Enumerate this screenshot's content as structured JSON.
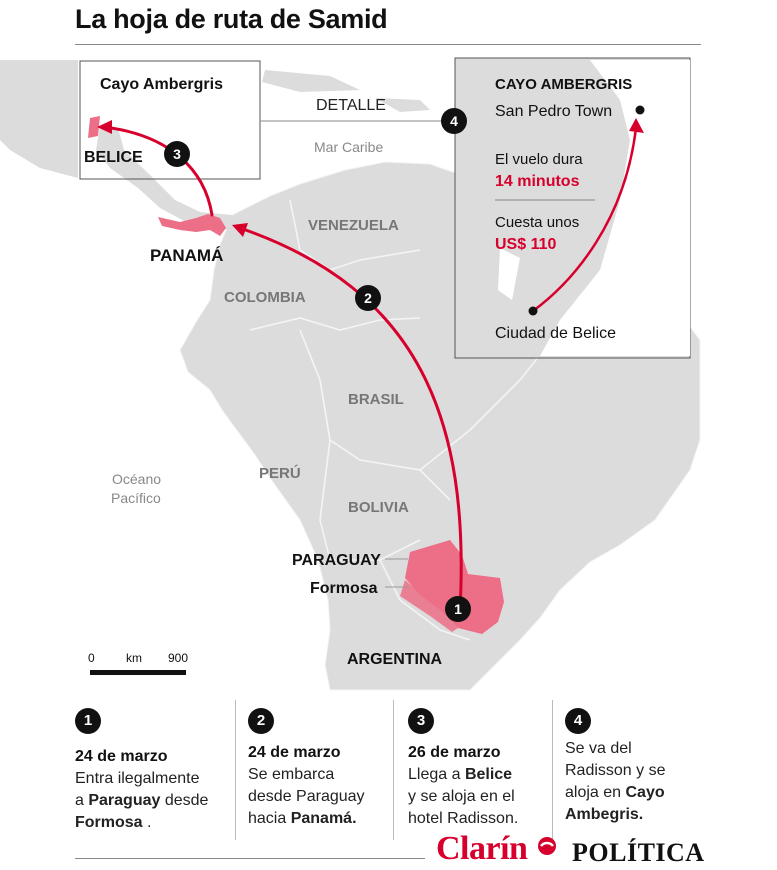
{
  "title": "La hoja de ruta de Samid",
  "colors": {
    "accent": "#d7002c",
    "highlight": "#ec6f87",
    "land": "#dcdcdc",
    "ocean": "#ffffff"
  },
  "map": {
    "countries": [
      "VENEZUELA",
      "COLOMBIA",
      "BRASIL",
      "PERÚ",
      "BOLIVIA",
      "ARGENTINA"
    ],
    "highlighted": {
      "panama": "PANAMÁ",
      "paraguay": "PARAGUAY",
      "formosa": "Formosa",
      "belice": "BELICE",
      "cayo": "Cayo Ambergris"
    },
    "ocean_label_1": "Océano",
    "ocean_label_2": "Pacífico",
    "caribbean": "Mar Caribe",
    "detail_label": "DETALLE",
    "scale": {
      "start": "0",
      "unit": "km",
      "end": "900"
    },
    "markers": [
      "1",
      "2",
      "3",
      "4"
    ]
  },
  "detail": {
    "title": "CAYO AMBERGRIS",
    "destination": "San Pedro Town",
    "origin": "Ciudad de Belice",
    "duration_label": "El vuelo dura",
    "duration_value": "14 minutos",
    "cost_label": "Cuesta unos",
    "cost_value": "US$ 110"
  },
  "steps": [
    {
      "num": "1",
      "date": "24 de marzo",
      "l1": "Entra ilegalmente",
      "l2a": "a ",
      "l2b": "Paraguay",
      "l2c": " desde",
      "l3a": "Formosa",
      "l3b": " ."
    },
    {
      "num": "2",
      "date": "24 de marzo",
      "l1": "Se embarca",
      "l2": "desde Paraguay",
      "l3a": "hacia ",
      "l3b": "Panamá."
    },
    {
      "num": "3",
      "date": "26 de marzo",
      "l1a": "Llega a ",
      "l1b": "Belice",
      "l2": "y se aloja en el",
      "l3": "hotel Radisson."
    },
    {
      "num": "4",
      "l1": "Se va del",
      "l2": "Radisson y se",
      "l3a": "aloja en ",
      "l3b": "Cayo",
      "l4": "Ambegris."
    }
  ],
  "footer": {
    "brand": "Clarín",
    "section": "POLÍTICA"
  }
}
